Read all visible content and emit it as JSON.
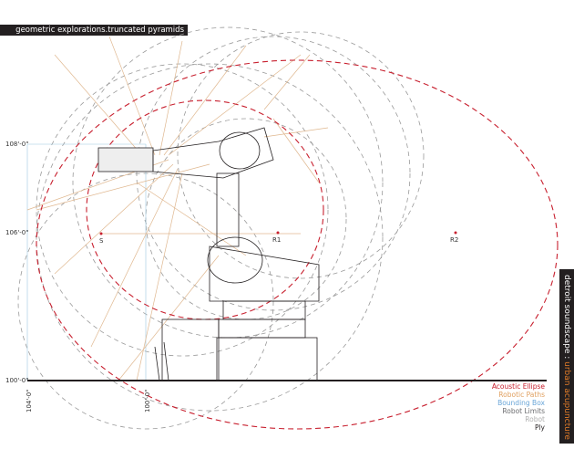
{
  "header": {
    "title": "geometric explorations.truncated pyramids"
  },
  "sidebar": {
    "title_main": "detroit soundscape : ",
    "title_accent": "urban acupuncture"
  },
  "dimensions": {
    "h108": "108'-0\"",
    "h106": "106'-0\"",
    "h100": "100'-0\"",
    "v104": "104'-0\"",
    "v100": "100'-0\""
  },
  "points": {
    "s": "S",
    "r1": "R1",
    "r2": "R2"
  },
  "legend": [
    {
      "label": "Acoustic Ellipse",
      "color": "#c8202f"
    },
    {
      "label": "Robotic Paths",
      "color": "#e0a060"
    },
    {
      "label": "Bounding Box",
      "color": "#6aa6d8"
    },
    {
      "label": "Robot Limits",
      "color": "#6d6e71"
    },
    {
      "label": "Robot",
      "color": "#b0b0b0"
    },
    {
      "label": "Ply",
      "color": "#231f20"
    }
  ]
}
